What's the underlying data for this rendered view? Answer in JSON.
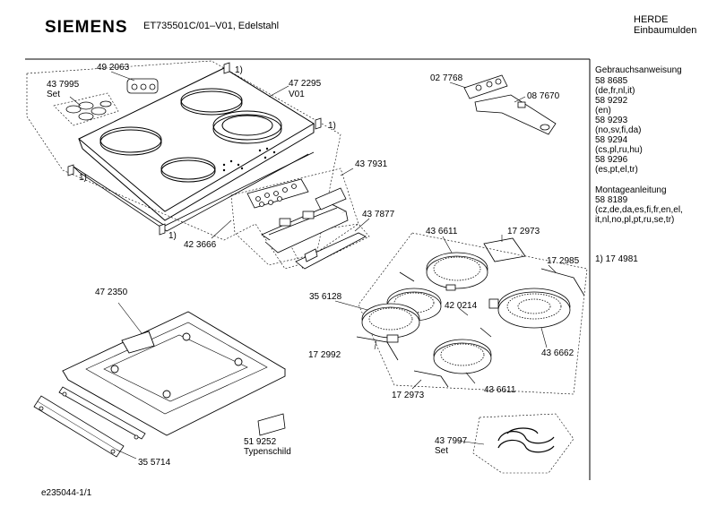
{
  "header": {
    "brand": "SIEMENS",
    "model": "ET735501C/01–V01,  Edelstahl",
    "category_line1": "HERDE",
    "category_line2": "Einbaumulden"
  },
  "parts": {
    "p492063": "49 2063",
    "p437995": "43 7995",
    "p437995_set": "Set",
    "p472295": "47 2295",
    "p472295_v": "V01",
    "note1_a": "1)",
    "note1_b": "1)",
    "note1_c": "1)",
    "note1_d": "1)",
    "p027768": "02 7768",
    "p087670": "08 7670",
    "p437931": "43 7931",
    "p437877": "43 7877",
    "p423666": "42 3666",
    "p436611_top": "43 6611",
    "p172973_top": "17 2973",
    "p172985": "17 2985",
    "p356128": "35 6128",
    "p420214": "42 0214",
    "p436662": "43 6662",
    "p172992": "17 2992",
    "p172973_bot": "17 2973",
    "p436611_bot": "43 6611",
    "p472350": "47 2350",
    "p519252": "51 9252",
    "p519252_name": "Typenschild",
    "p355714": "35 5714",
    "p437997": "43 7997",
    "p437997_set": "Set"
  },
  "sidebar": {
    "manual_title": "Gebrauchsanweisung",
    "manual_lines": [
      "58 8685",
      "(de,fr,nl,it)",
      "58 9292",
      "(en)",
      "58 9293",
      "(no,sv,fi,da)",
      "58 9294",
      "(cs,pl,ru,hu)",
      "58 9296",
      "(es,pt,el,tr)"
    ],
    "mount_title": "Montageanleitung",
    "mount_lines": [
      "58 8189",
      "(cz,de,da,es,fi,fr,en,el,",
      "it,nl,no,pl,pt,ru,se,tr)"
    ],
    "footnote": "1)  17 4981"
  },
  "footer": {
    "doc_id": "e235044-1/1"
  }
}
